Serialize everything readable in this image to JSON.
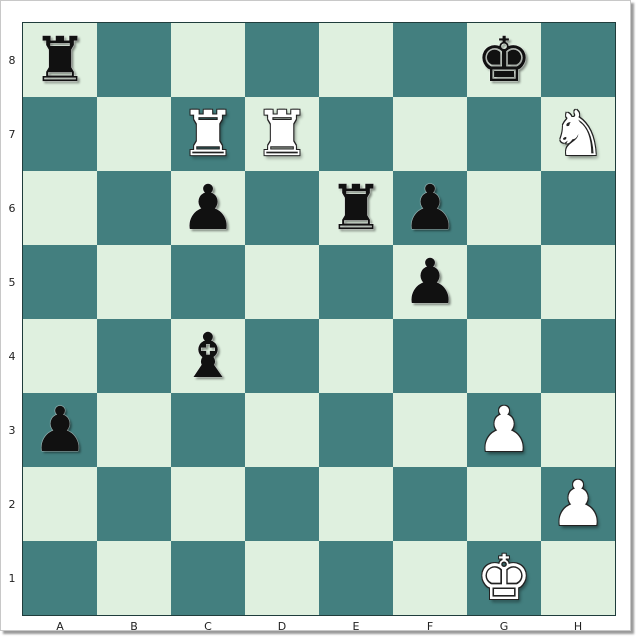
{
  "board": {
    "light_color": "#dff0df",
    "dark_color": "#437f7f",
    "files": [
      "A",
      "B",
      "C",
      "D",
      "E",
      "F",
      "G",
      "H"
    ],
    "ranks": [
      "8",
      "7",
      "6",
      "5",
      "4",
      "3",
      "2",
      "1"
    ],
    "squares": [
      [
        {
          "piece": "rook",
          "color": "black",
          "glyph": "♜"
        },
        null,
        null,
        null,
        null,
        null,
        {
          "piece": "king",
          "color": "black",
          "glyph": "♚"
        },
        null
      ],
      [
        null,
        null,
        {
          "piece": "rook",
          "color": "white",
          "glyph": "♜"
        },
        {
          "piece": "rook",
          "color": "white",
          "glyph": "♜"
        },
        null,
        null,
        null,
        {
          "piece": "knight",
          "color": "white",
          "glyph": "♞"
        }
      ],
      [
        null,
        null,
        {
          "piece": "pawn",
          "color": "black",
          "glyph": "♟"
        },
        null,
        {
          "piece": "rook",
          "color": "black",
          "glyph": "♜"
        },
        {
          "piece": "pawn",
          "color": "black",
          "glyph": "♟"
        },
        null,
        null
      ],
      [
        null,
        null,
        null,
        null,
        null,
        {
          "piece": "pawn",
          "color": "black",
          "glyph": "♟"
        },
        null,
        null
      ],
      [
        null,
        null,
        {
          "piece": "bishop",
          "color": "black",
          "glyph": "♝"
        },
        null,
        null,
        null,
        null,
        null
      ],
      [
        {
          "piece": "pawn",
          "color": "black",
          "glyph": "♟"
        },
        null,
        null,
        null,
        null,
        null,
        {
          "piece": "pawn",
          "color": "white",
          "glyph": "♟"
        },
        null
      ],
      [
        null,
        null,
        null,
        null,
        null,
        null,
        null,
        {
          "piece": "pawn",
          "color": "white",
          "glyph": "♟"
        }
      ],
      [
        null,
        null,
        null,
        null,
        null,
        null,
        {
          "piece": "king",
          "color": "white",
          "glyph": "♚"
        },
        null
      ]
    ]
  }
}
